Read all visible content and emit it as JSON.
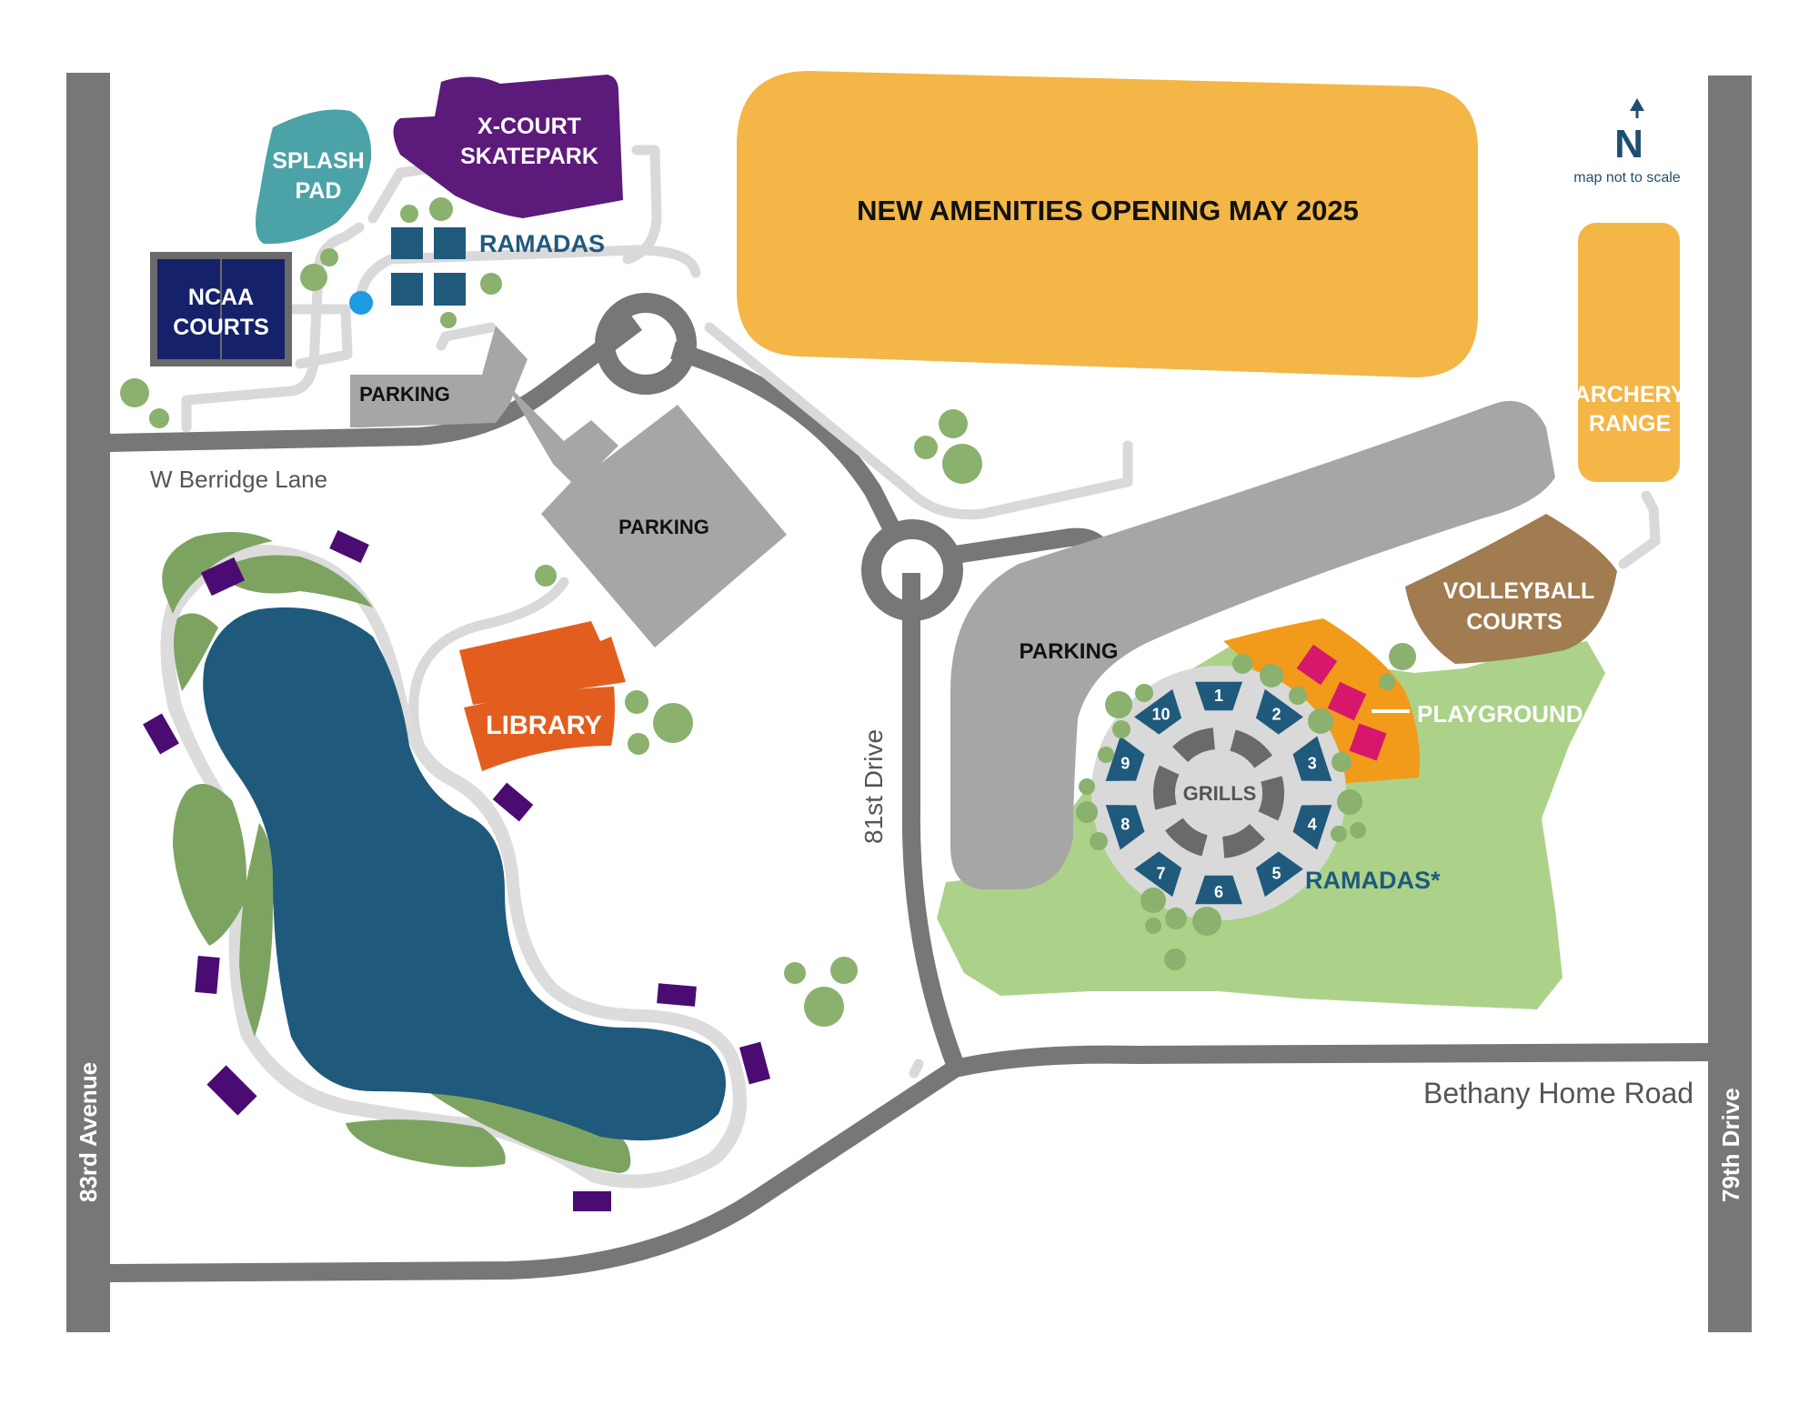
{
  "map": {
    "headline": "NEW AMENITIES OPENING MAY 2025",
    "north": "N",
    "scale_note": "map not to scale",
    "streets": {
      "west": "83rd Avenue",
      "east": "79th Drive",
      "north_local": "W Berridge Lane",
      "middle": "81st Drive",
      "south": "Bethany Home Road"
    },
    "areas": {
      "splash_pad": [
        "SPLASH",
        "PAD"
      ],
      "skatepark": [
        "X-COURT",
        "SKATEPARK"
      ],
      "ncaa_courts": [
        "NCAA",
        "COURTS"
      ],
      "ramadas_north": "RAMADAS",
      "parking_nw": "PARKING",
      "parking_center": "PARKING",
      "parking_east": "PARKING",
      "library": "LIBRARY",
      "archery": [
        "ARCHERY",
        "RANGE"
      ],
      "volleyball": [
        "VOLLEYBALL",
        "COURTS"
      ],
      "playground": "PLAYGROUND",
      "grills": "GRILLS",
      "ramadas_east": "RAMADAS*"
    },
    "ramada_numbers": [
      "1",
      "2",
      "3",
      "4",
      "5",
      "6",
      "7",
      "8",
      "9",
      "10"
    ],
    "colors": {
      "street": "#777777",
      "path": "#d9d9d9",
      "pond": "#1f5a7c",
      "grass": "#7da361",
      "light_grass": "#acd28a",
      "new_amenities": "#f3b647",
      "skatepark": "#5c1a7a",
      "splash_pad": "#4ba3a8",
      "ncaa": "#15226b",
      "library": "#e35e1e",
      "volleyball": "#a07c50",
      "playground": "#f29a1a",
      "play_equipment": "#d6176b",
      "ramada_blue": "#1f5a7c",
      "bench": "#4a0c72",
      "trees": "#8ab16e",
      "fountain": "#1d9be2"
    }
  }
}
